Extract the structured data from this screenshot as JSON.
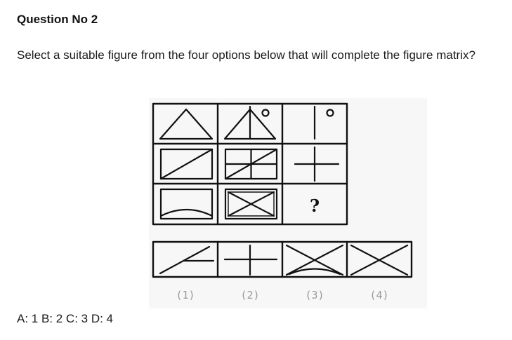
{
  "question": {
    "title": "Question No 2",
    "text": "Select a suitable figure from the four options below that will complete the figure matrix?"
  },
  "figure": {
    "missing_mark": "?",
    "option_labels": [
      "(1)",
      "(2)",
      "(3)",
      "(4)"
    ]
  },
  "answers": {
    "text": "A: 1 B: 2 C: 3 D: 4"
  }
}
